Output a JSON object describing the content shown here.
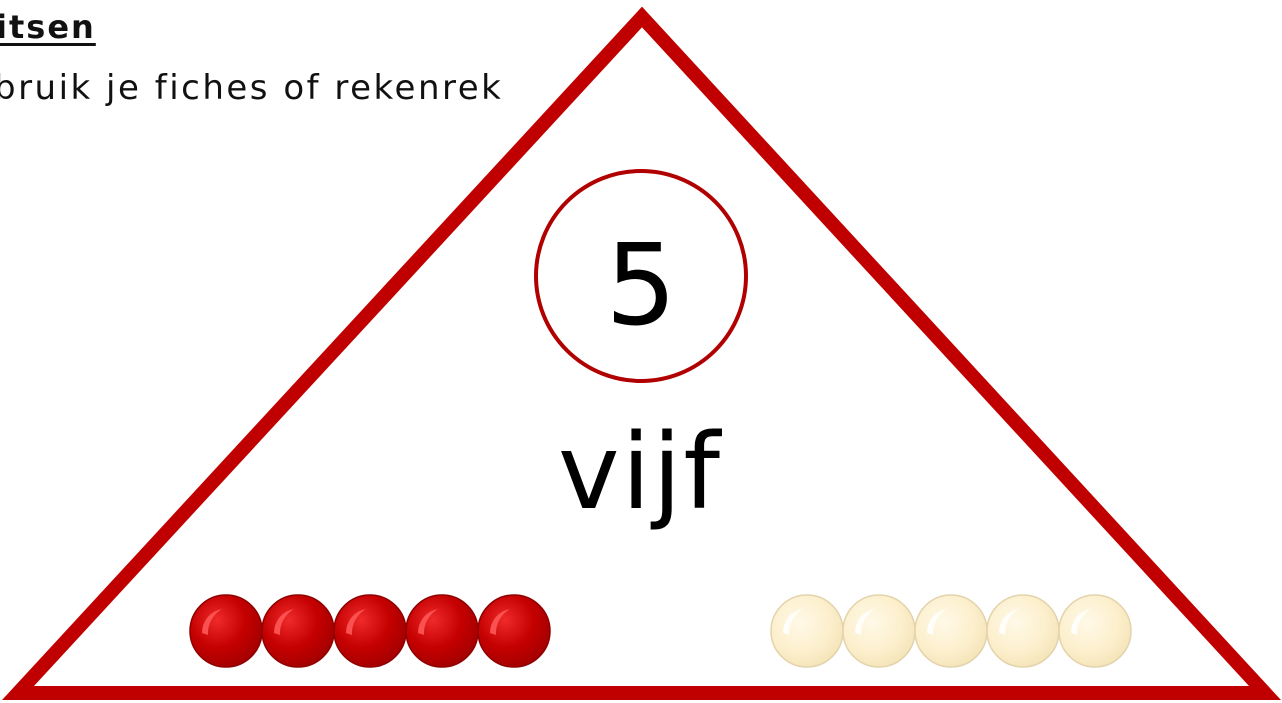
{
  "header": {
    "title": "itsen",
    "subtitle": "bruik je fiches of rekenrek"
  },
  "card": {
    "number": "5",
    "word": "vijf",
    "red_beads": 5,
    "cream_beads": 5
  },
  "colors": {
    "triangle_border": "#c00000",
    "circle_border": "#b00000",
    "red_bead": "#c40000",
    "cream_bead": "#fbeec9"
  }
}
